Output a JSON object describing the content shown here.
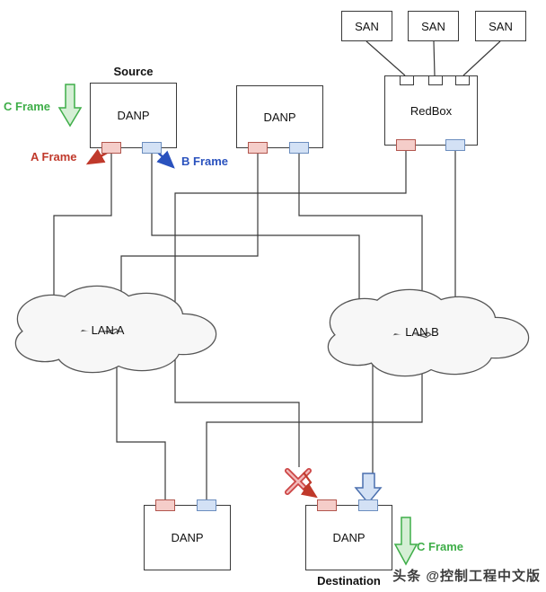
{
  "colors": {
    "line": "#3a3a3a",
    "port_a_fill": "#f5cdc9",
    "port_a_border": "#b2564e",
    "port_b_fill": "#d3e1f5",
    "port_b_border": "#6c8ebf",
    "frame_green": "#3fae49",
    "frame_red": "#c0392b",
    "frame_blue": "#2a52be",
    "cloud_fill": "#f7f7f7"
  },
  "nodes": {
    "san1": {
      "label": "SAN"
    },
    "san2": {
      "label": "SAN"
    },
    "san3": {
      "label": "SAN"
    },
    "redbox": {
      "label": "RedBox"
    },
    "danp_source": {
      "label": "DANP",
      "caption": "Source"
    },
    "danp_mid": {
      "label": "DANP"
    },
    "danp_bottom_left": {
      "label": "DANP"
    },
    "danp_dest": {
      "label": "DANP",
      "caption": "Destination"
    },
    "lan_a": {
      "label": "LAN A"
    },
    "lan_b": {
      "label": "LAN B"
    }
  },
  "frames": {
    "c_top": {
      "label": "C Frame"
    },
    "a": {
      "label": "A Frame"
    },
    "b": {
      "label": "B Frame"
    },
    "c_bottom": {
      "label": "C Frame"
    }
  },
  "watermark": {
    "text": "头条 @控制工程中文版"
  }
}
